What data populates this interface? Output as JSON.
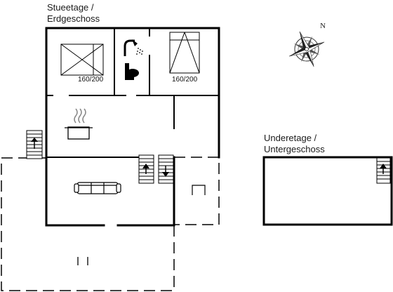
{
  "labels": {
    "ground_floor_line1": "Stueetage /",
    "ground_floor_line2": "Erdgeschoss",
    "basement_line1": "Underetage /",
    "basement_line2": "Untergeschoss",
    "bed_left": "160/200",
    "bed_right": "160/200",
    "compass_north": "N"
  },
  "icons": [
    "bed-icon",
    "shower-icon",
    "toilet-icon",
    "cooking-pot-icon",
    "sofa-icon",
    "stairs-up-icon",
    "stairs-down-icon",
    "compass-rose-icon"
  ],
  "colors": {
    "wall": "#000000",
    "background": "#ffffff"
  }
}
